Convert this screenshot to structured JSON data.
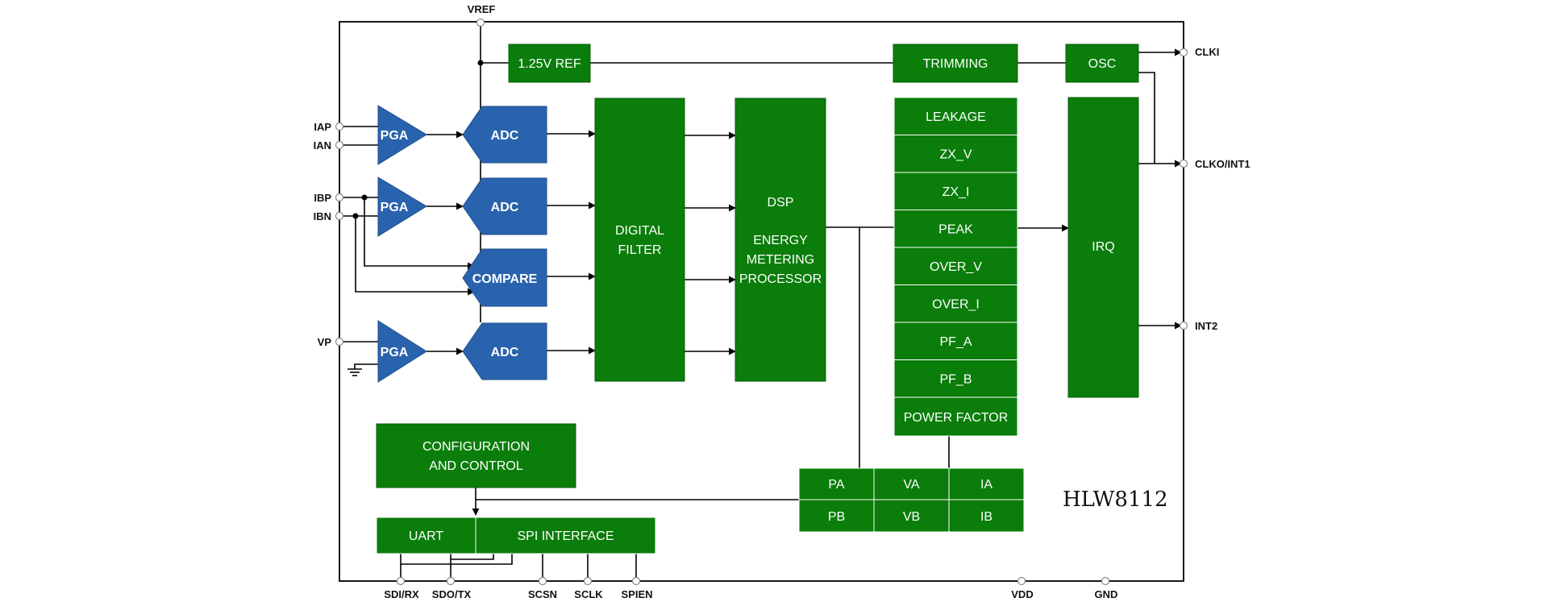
{
  "chip": {
    "name": "HLW8112"
  },
  "pins": {
    "vref": "VREF",
    "iap": "IAP",
    "ian": "IAN",
    "ibp": "IBP",
    "ibn": "IBN",
    "vp": "VP",
    "clki": "CLKI",
    "clko": "CLKO/INT1",
    "int2": "INT2",
    "sdi": "SDI/RX",
    "sdo": "SDO/TX",
    "scsn": "SCSN",
    "sclk": "SCLK",
    "spien": "SPIEN",
    "vdd": "VDD",
    "gnd": "GND"
  },
  "blocks": {
    "ref": "1.25V REF",
    "trimming": "TRIMMING",
    "osc": "OSC",
    "pga": "PGA",
    "adc": "ADC",
    "compare": "COMPARE",
    "filter_l1": "DIGITAL",
    "filter_l2": "FILTER",
    "dsp_l1": "DSP",
    "dsp_l2": "ENERGY",
    "dsp_l3": "METERING",
    "dsp_l4": "PROCESSOR",
    "irq": "IRQ",
    "config_l1": "CONFIGURATION",
    "config_l2": "AND CONTROL",
    "uart": "UART",
    "spi": "SPI INTERFACE",
    "power_factor": "POWER FACTOR"
  },
  "status_registers": [
    "LEAKAGE",
    "ZX_V",
    "ZX_I",
    "PEAK",
    "OVER_V",
    "OVER_I",
    "PF_A",
    "PF_B"
  ],
  "measure_grid": [
    [
      "PA",
      "VA",
      "IA"
    ],
    [
      "PB",
      "VB",
      "IB"
    ]
  ],
  "colors": {
    "green_block": "#0a7d0a",
    "blue_block": "#2a63ad",
    "wire": "#000000"
  }
}
